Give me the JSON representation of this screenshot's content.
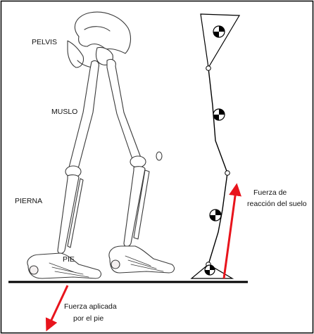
{
  "labels": {
    "pelvis": "PELVIS",
    "muslo": "MUSLO",
    "pierna": "PIERNA",
    "pie": "PIE"
  },
  "annotations": {
    "ground_reaction_line1": "Fuerza de",
    "ground_reaction_line2": "reacción del suelo",
    "foot_force_line1": "Fuerza aplicada",
    "foot_force_line2": "por el pie"
  },
  "colors": {
    "arrow": "#e8141c",
    "line": "#000000",
    "border": "#000000",
    "skeleton_stroke": "#3a3a3a"
  },
  "icons": {
    "center_of_mass": "center-of-mass-icon",
    "joint": "joint-circle-icon"
  }
}
